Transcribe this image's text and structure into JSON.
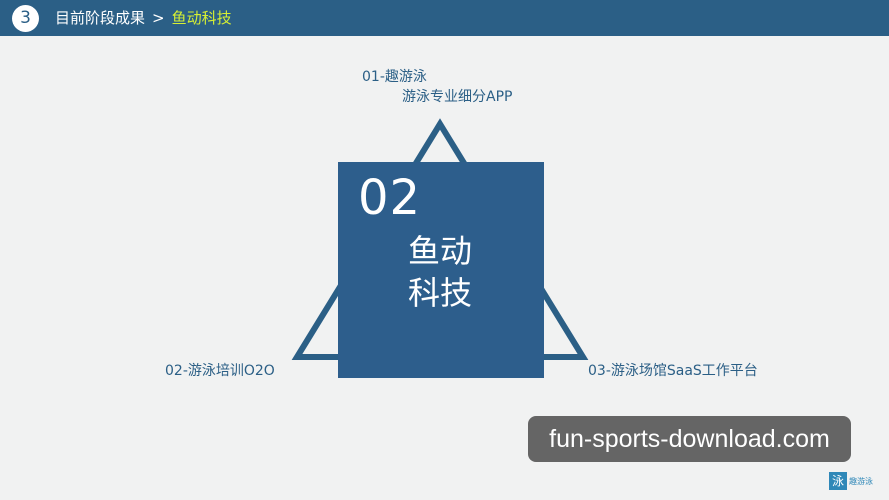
{
  "header": {
    "step": "3",
    "section": "目前阶段成果",
    "separator": ">",
    "current": "鱼动科技"
  },
  "center": {
    "number": "02",
    "name_line1": "鱼动",
    "name_line2": "科技"
  },
  "nodes": {
    "top_title": "01-趣游泳",
    "top_subtitle": "游泳专业细分APP",
    "left": "02-游泳培训O2O",
    "right": "03-游泳场馆SaaS工作平台"
  },
  "watermark": "fun-sports-download.com",
  "logo": {
    "glyph": "泳",
    "text": "趣游泳"
  },
  "colors": {
    "brand": "#2b5f86",
    "box": "#2d5e8c",
    "highlight": "#d6ef33"
  }
}
